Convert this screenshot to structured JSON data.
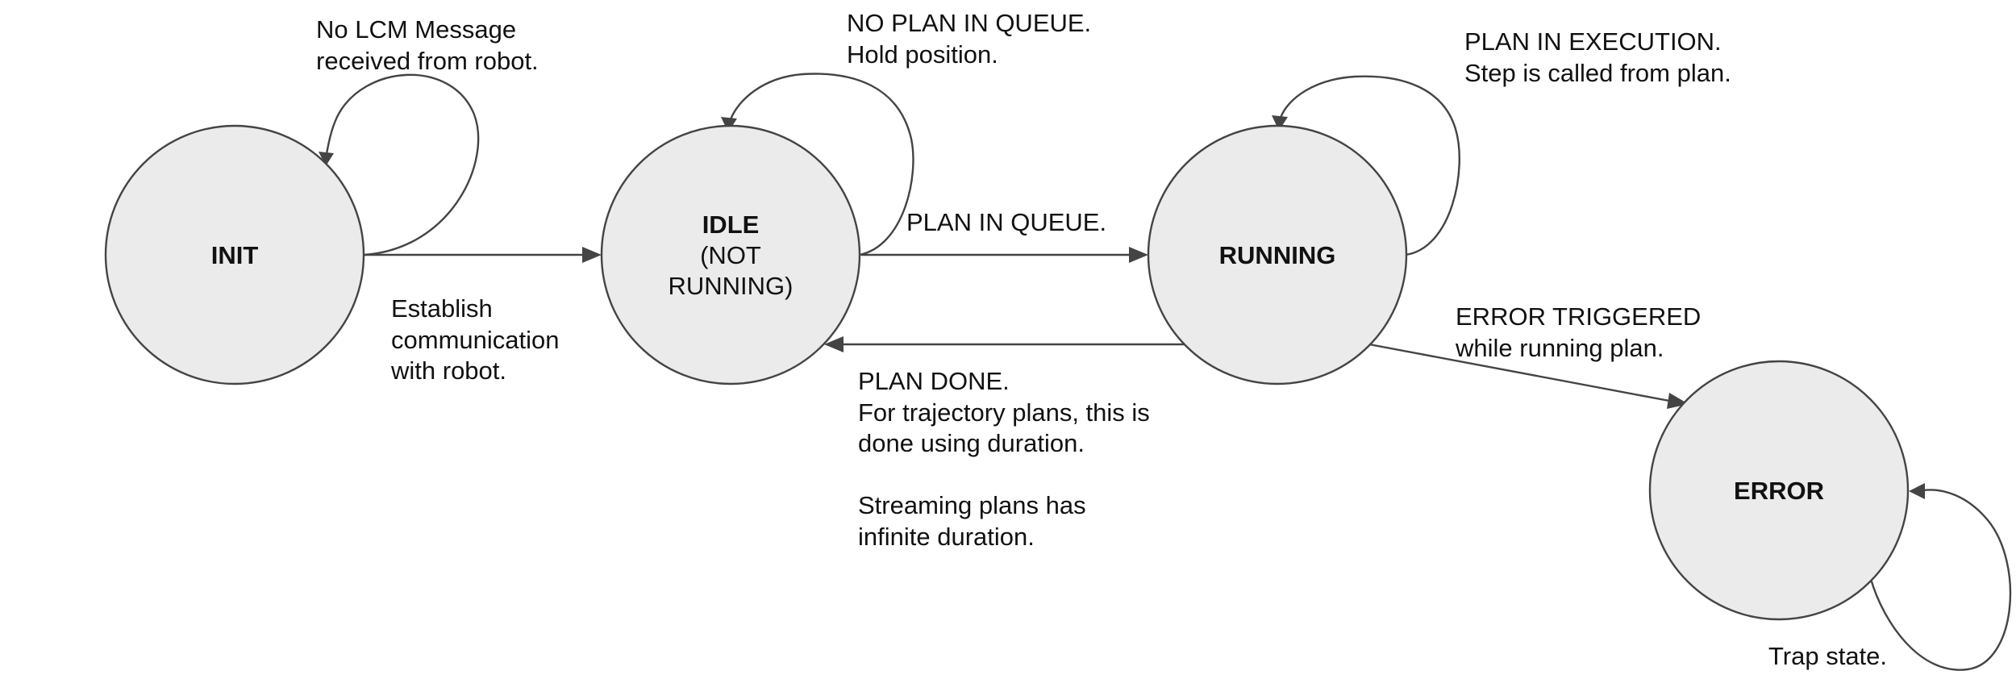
{
  "states": {
    "init": {
      "label": "INIT"
    },
    "idle": {
      "label": "IDLE",
      "sub1": "(NOT",
      "sub2": "RUNNING)"
    },
    "running": {
      "label": "RUNNING"
    },
    "error": {
      "label": "ERROR"
    }
  },
  "transitions": {
    "init_self": {
      "line1": "No LCM Message",
      "line2": "received from robot."
    },
    "init_to_idle": {
      "line1": "Establish",
      "line2": "communication",
      "line3": "with robot."
    },
    "idle_self": {
      "line1": "NO PLAN IN QUEUE.",
      "line2": "Hold position."
    },
    "idle_to_running": {
      "line1": "PLAN IN QUEUE."
    },
    "running_self": {
      "line1": "PLAN IN EXECUTION.",
      "line2": "Step is called from plan."
    },
    "running_to_idle": {
      "line1": "PLAN DONE.",
      "line2": "For trajectory plans, this is",
      "line3": "done using duration.",
      "line4": "Streaming plans has",
      "line5": "infinite duration."
    },
    "running_to_error": {
      "line1": "ERROR TRIGGERED",
      "line2": "while running plan."
    },
    "error_self": {
      "line1": "Trap state."
    }
  },
  "colors": {
    "node_fill": "#ebebeb",
    "stroke": "#444444",
    "text": "#111111"
  }
}
